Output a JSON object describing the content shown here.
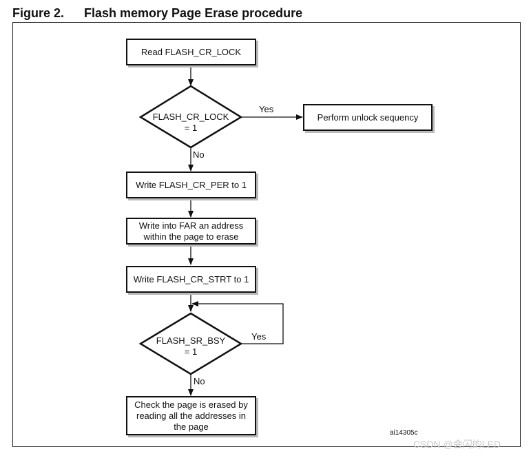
{
  "figure": {
    "label": "Figure 2.",
    "title": "Flash memory Page Erase procedure",
    "id": "ai14305c"
  },
  "nodes": {
    "read_lock": "Read FLASH_CR_LOCK",
    "lock_decision_line1": "FLASH_CR_LOCK",
    "lock_decision_line2": "= 1",
    "unlock": "Perform unlock sequency",
    "write_per": "Write FLASH_CR_PER to 1",
    "write_far_line1": "Write into FAR an address",
    "write_far_line2": "within the page to erase",
    "write_strt": "Write FLASH_CR_STRT to 1",
    "bsy_decision_line1": "FLASH_SR_BSY",
    "bsy_decision_line2": "= 1",
    "check_line1": "Check the page is erased by",
    "check_line2": "reading all the addresses in",
    "check_line3": "the page"
  },
  "edges": {
    "lock_yes": "Yes",
    "lock_no": "No",
    "bsy_yes": "Yes",
    "bsy_no": "No"
  },
  "watermark": "CSDN @会闪的LED"
}
